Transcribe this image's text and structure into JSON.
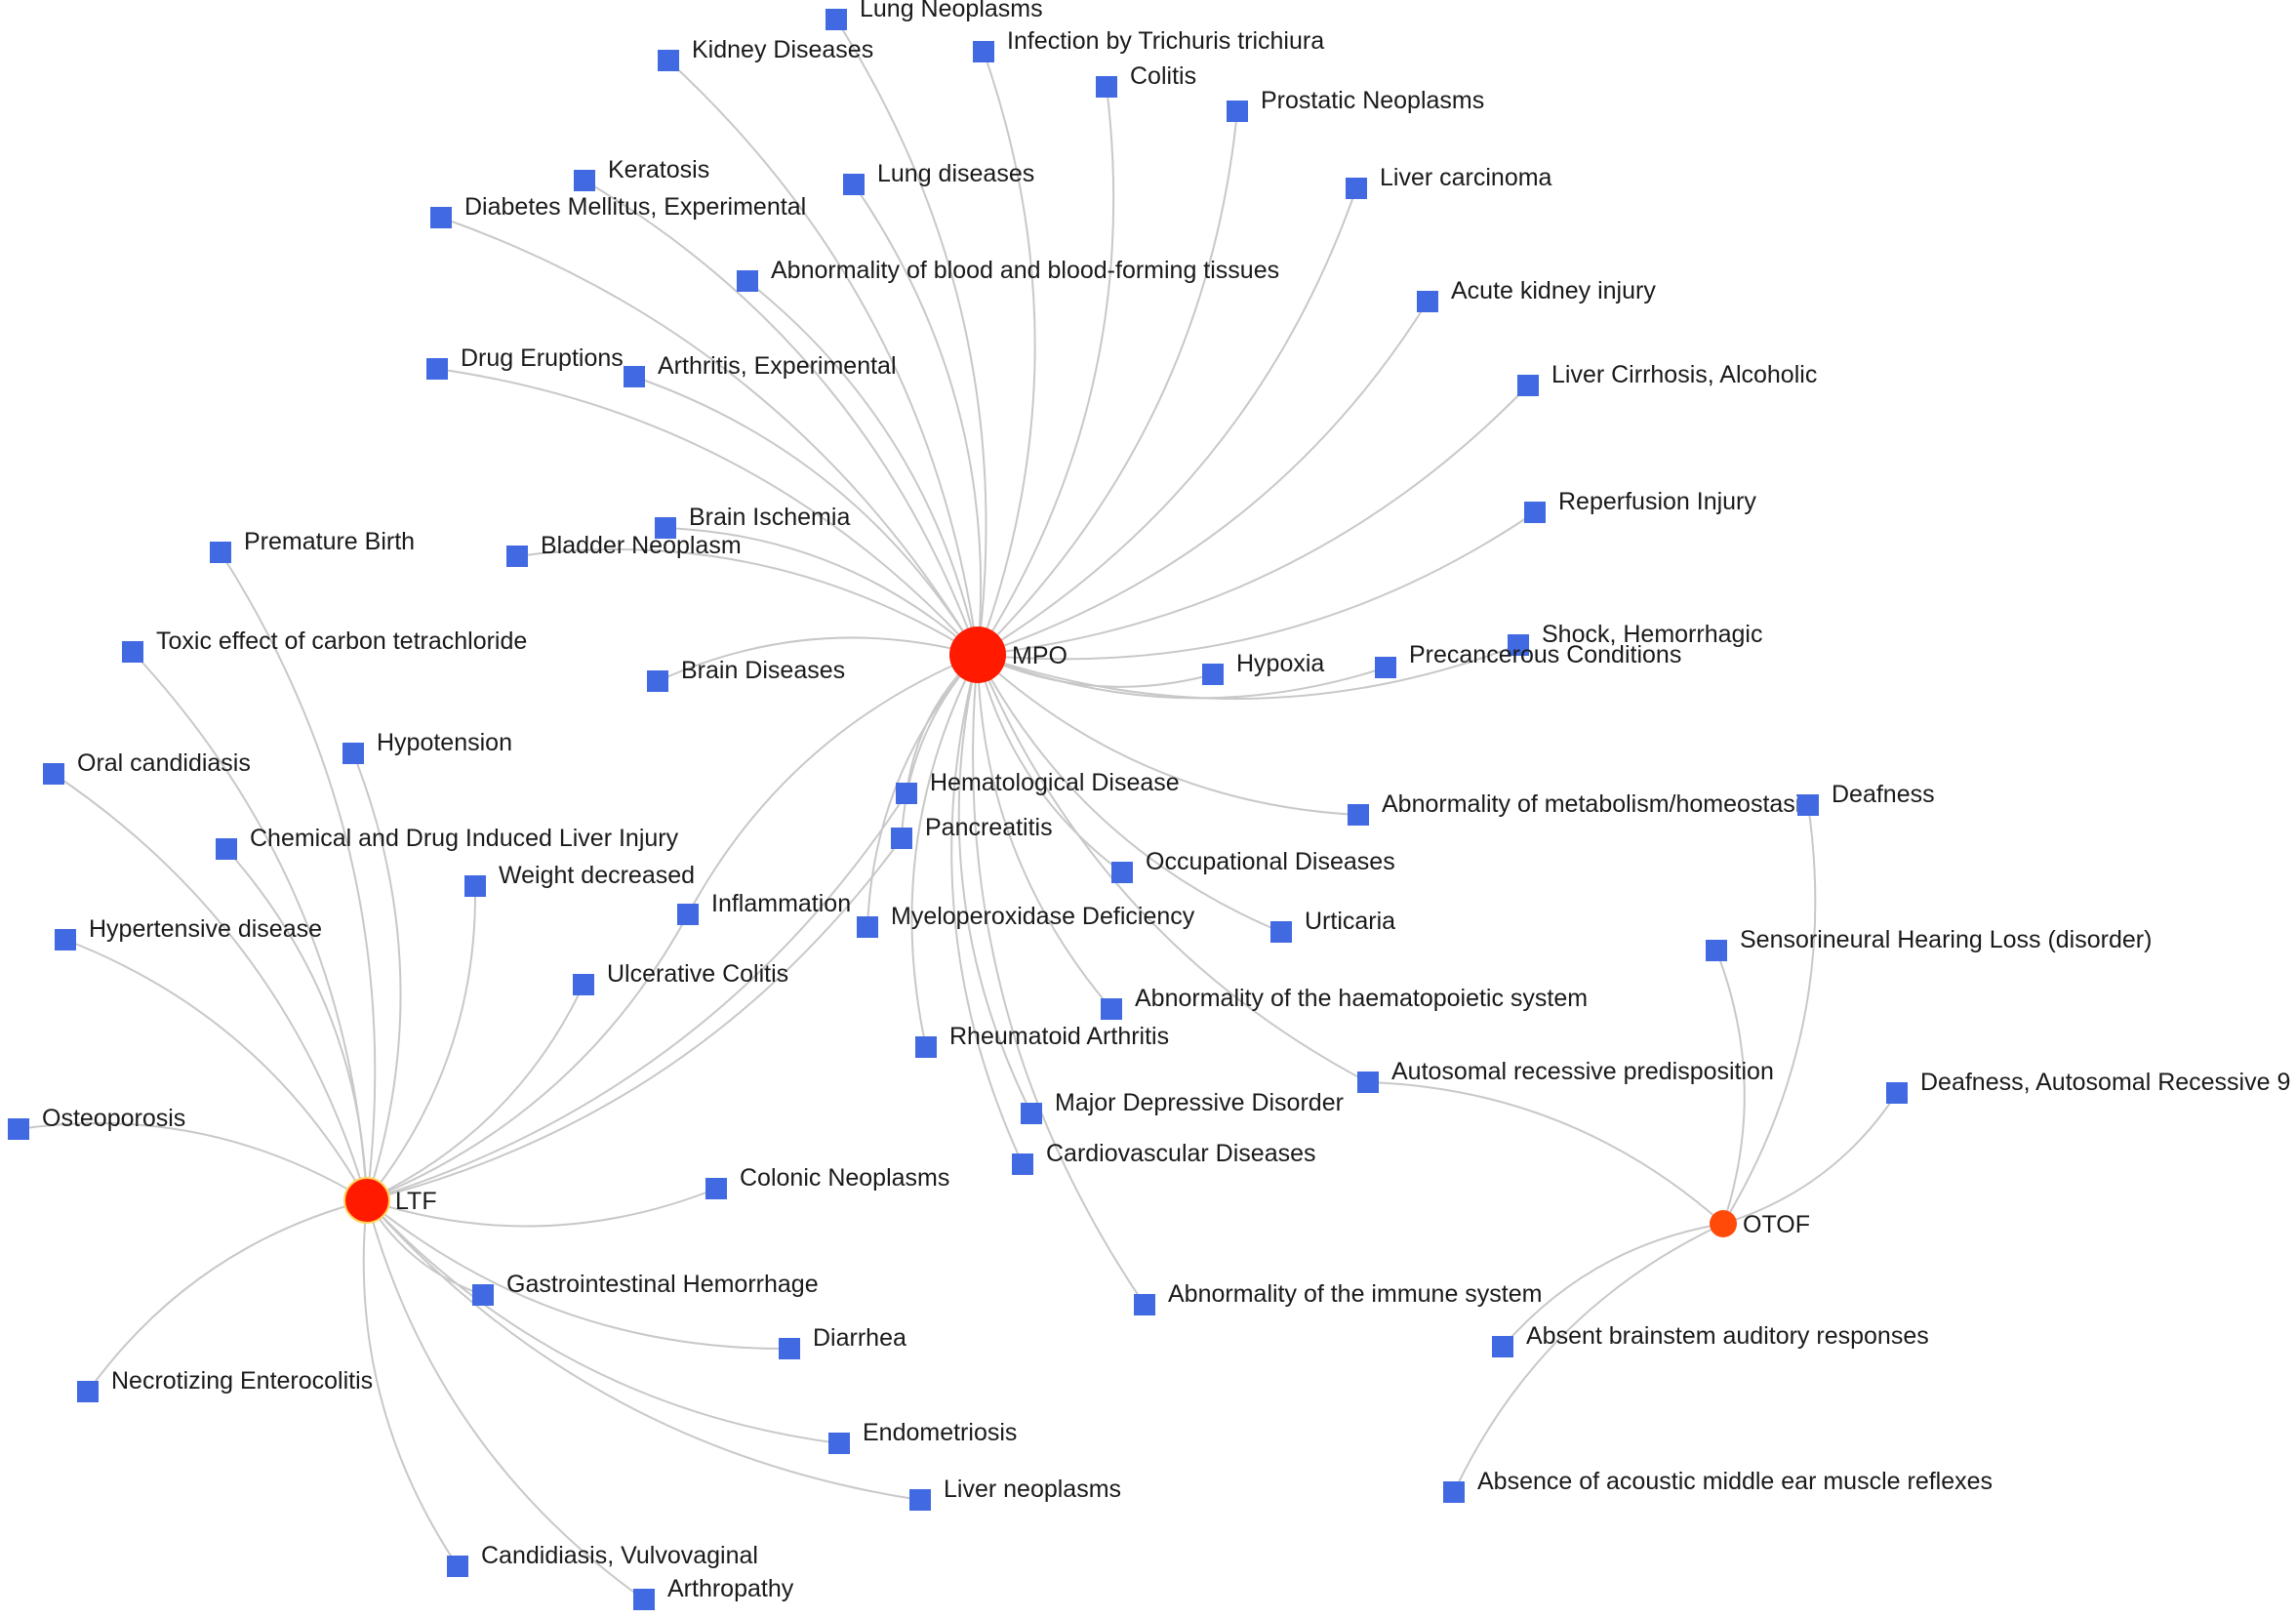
{
  "genes": [
    {
      "id": "MPO",
      "label": "MPO",
      "color": "#ff1a00"
    },
    {
      "id": "LTF",
      "label": "LTF",
      "color": "#ff1a00"
    },
    {
      "id": "OTOF",
      "label": "OTOF",
      "color": "#ff4a0a"
    }
  ],
  "diseases": [
    {
      "label": "Lung Neoplasms",
      "genes": [
        "MPO"
      ]
    },
    {
      "label": "Infection by Trichuris trichiura",
      "genes": [
        "MPO"
      ]
    },
    {
      "label": "Kidney Diseases",
      "genes": [
        "MPO"
      ]
    },
    {
      "label": "Colitis",
      "genes": [
        "MPO"
      ]
    },
    {
      "label": "Prostatic Neoplasms",
      "genes": [
        "MPO"
      ]
    },
    {
      "label": "Keratosis",
      "genes": [
        "MPO"
      ]
    },
    {
      "label": "Lung diseases",
      "genes": [
        "MPO"
      ]
    },
    {
      "label": "Liver carcinoma",
      "genes": [
        "MPO"
      ]
    },
    {
      "label": "Diabetes Mellitus, Experimental",
      "genes": [
        "MPO"
      ]
    },
    {
      "label": "Abnormality of blood and blood-forming tissues",
      "genes": [
        "MPO"
      ]
    },
    {
      "label": "Acute kidney injury",
      "genes": [
        "MPO"
      ]
    },
    {
      "label": "Drug Eruptions",
      "genes": [
        "MPO"
      ]
    },
    {
      "label": "Arthritis, Experimental",
      "genes": [
        "MPO"
      ]
    },
    {
      "label": "Liver Cirrhosis, Alcoholic",
      "genes": [
        "MPO"
      ]
    },
    {
      "label": "Reperfusion Injury",
      "genes": [
        "MPO"
      ]
    },
    {
      "label": "Brain Ischemia",
      "genes": [
        "MPO"
      ]
    },
    {
      "label": "Bladder Neoplasm",
      "genes": [
        "MPO"
      ]
    },
    {
      "label": "Shock, Hemorrhagic",
      "genes": [
        "MPO"
      ]
    },
    {
      "label": "Precancerous Conditions",
      "genes": [
        "MPO"
      ]
    },
    {
      "label": "Hypoxia",
      "genes": [
        "MPO"
      ]
    },
    {
      "label": "Brain Diseases",
      "genes": [
        "MPO"
      ]
    },
    {
      "label": "Abnormality of metabolism/homeostasis",
      "genes": [
        "MPO"
      ]
    },
    {
      "label": "Hematological Disease",
      "genes": [
        "MPO",
        "LTF"
      ]
    },
    {
      "label": "Pancreatitis",
      "genes": [
        "MPO",
        "LTF"
      ]
    },
    {
      "label": "Occupational Diseases",
      "genes": [
        "MPO"
      ]
    },
    {
      "label": "Urticaria",
      "genes": [
        "MPO"
      ]
    },
    {
      "label": "Inflammation",
      "genes": [
        "MPO",
        "LTF"
      ]
    },
    {
      "label": "Myeloperoxidase Deficiency",
      "genes": [
        "MPO"
      ]
    },
    {
      "label": "Ulcerative Colitis",
      "genes": [
        "LTF"
      ]
    },
    {
      "label": "Abnormality of the haematopoietic system",
      "genes": [
        "MPO"
      ]
    },
    {
      "label": "Rheumatoid Arthritis",
      "genes": [
        "MPO"
      ]
    },
    {
      "label": "Autosomal recessive predisposition",
      "genes": [
        "MPO",
        "OTOF"
      ]
    },
    {
      "label": "Major Depressive Disorder",
      "genes": [
        "MPO"
      ]
    },
    {
      "label": "Cardiovascular Diseases",
      "genes": [
        "MPO"
      ]
    },
    {
      "label": "Abnormality of the immune system",
      "genes": [
        "MPO"
      ]
    },
    {
      "label": "Premature Birth",
      "genes": [
        "LTF"
      ]
    },
    {
      "label": "Toxic effect of carbon tetrachloride",
      "genes": [
        "LTF"
      ]
    },
    {
      "label": "Oral candidiasis",
      "genes": [
        "LTF"
      ]
    },
    {
      "label": "Hypotension",
      "genes": [
        "LTF"
      ]
    },
    {
      "label": "Chemical and Drug Induced Liver Injury",
      "genes": [
        "LTF"
      ]
    },
    {
      "label": "Weight decreased",
      "genes": [
        "LTF"
      ]
    },
    {
      "label": "Hypertensive disease",
      "genes": [
        "LTF"
      ]
    },
    {
      "label": "Osteoporosis",
      "genes": [
        "LTF"
      ]
    },
    {
      "label": "Colonic Neoplasms",
      "genes": [
        "LTF"
      ]
    },
    {
      "label": "Gastrointestinal Hemorrhage",
      "genes": [
        "LTF"
      ]
    },
    {
      "label": "Diarrhea",
      "genes": [
        "LTF"
      ]
    },
    {
      "label": "Necrotizing Enterocolitis",
      "genes": [
        "LTF"
      ]
    },
    {
      "label": "Endometriosis",
      "genes": [
        "LTF"
      ]
    },
    {
      "label": "Liver neoplasms",
      "genes": [
        "LTF"
      ]
    },
    {
      "label": "Candidiasis, Vulvovaginal",
      "genes": [
        "LTF"
      ]
    },
    {
      "label": "Arthropathy",
      "genes": [
        "LTF"
      ]
    },
    {
      "label": "Deafness",
      "genes": [
        "OTOF"
      ]
    },
    {
      "label": "Sensorineural Hearing Loss (disorder)",
      "genes": [
        "OTOF"
      ]
    },
    {
      "label": "Deafness, Autosomal Recessive 9",
      "genes": [
        "OTOF"
      ]
    },
    {
      "label": "Absent brainstem auditory responses",
      "genes": [
        "OTOF"
      ]
    },
    {
      "label": "Absence of acoustic middle ear muscle reflexes",
      "genes": [
        "OTOF"
      ]
    }
  ]
}
